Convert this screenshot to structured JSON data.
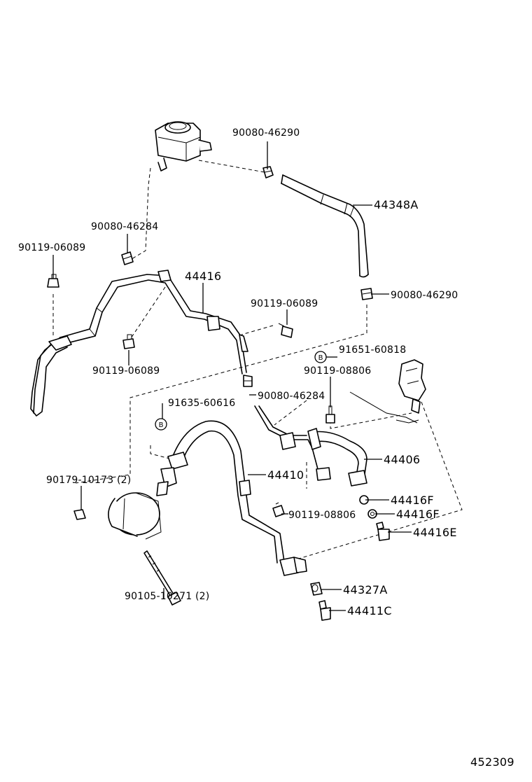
{
  "labels": {
    "p_90080_46290_top": "90080-46290",
    "p_44348A": "44348A",
    "p_90080_46284_left": "90080-46284",
    "p_90119_06089_a": "90119-06089",
    "p_44416": "44416",
    "p_90080_46290_right": "90080-46290",
    "p_90119_06089_b": "90119-06089",
    "p_90119_06089_c": "90119-06089",
    "p_91651_60818": "91651-60818",
    "p_90119_08806_a": "90119-08806",
    "p_90080_46284_mid": "90080-46284",
    "p_91635_60616": "91635-60616",
    "p_44406": "44406",
    "p_90179_10173": "90179-10173 (2)",
    "p_44410": "44410",
    "p_44416F_a": "44416F",
    "p_90119_08806_b": "90119-08806",
    "p_44416F_b": "44416F",
    "p_44416E": "44416E",
    "p_90105_10271": "90105-10271 (2)",
    "p_44327A": "44327A",
    "p_44411C": "44411C",
    "callout_b1": "B",
    "callout_b2": "B"
  },
  "diagram_id": "452309"
}
